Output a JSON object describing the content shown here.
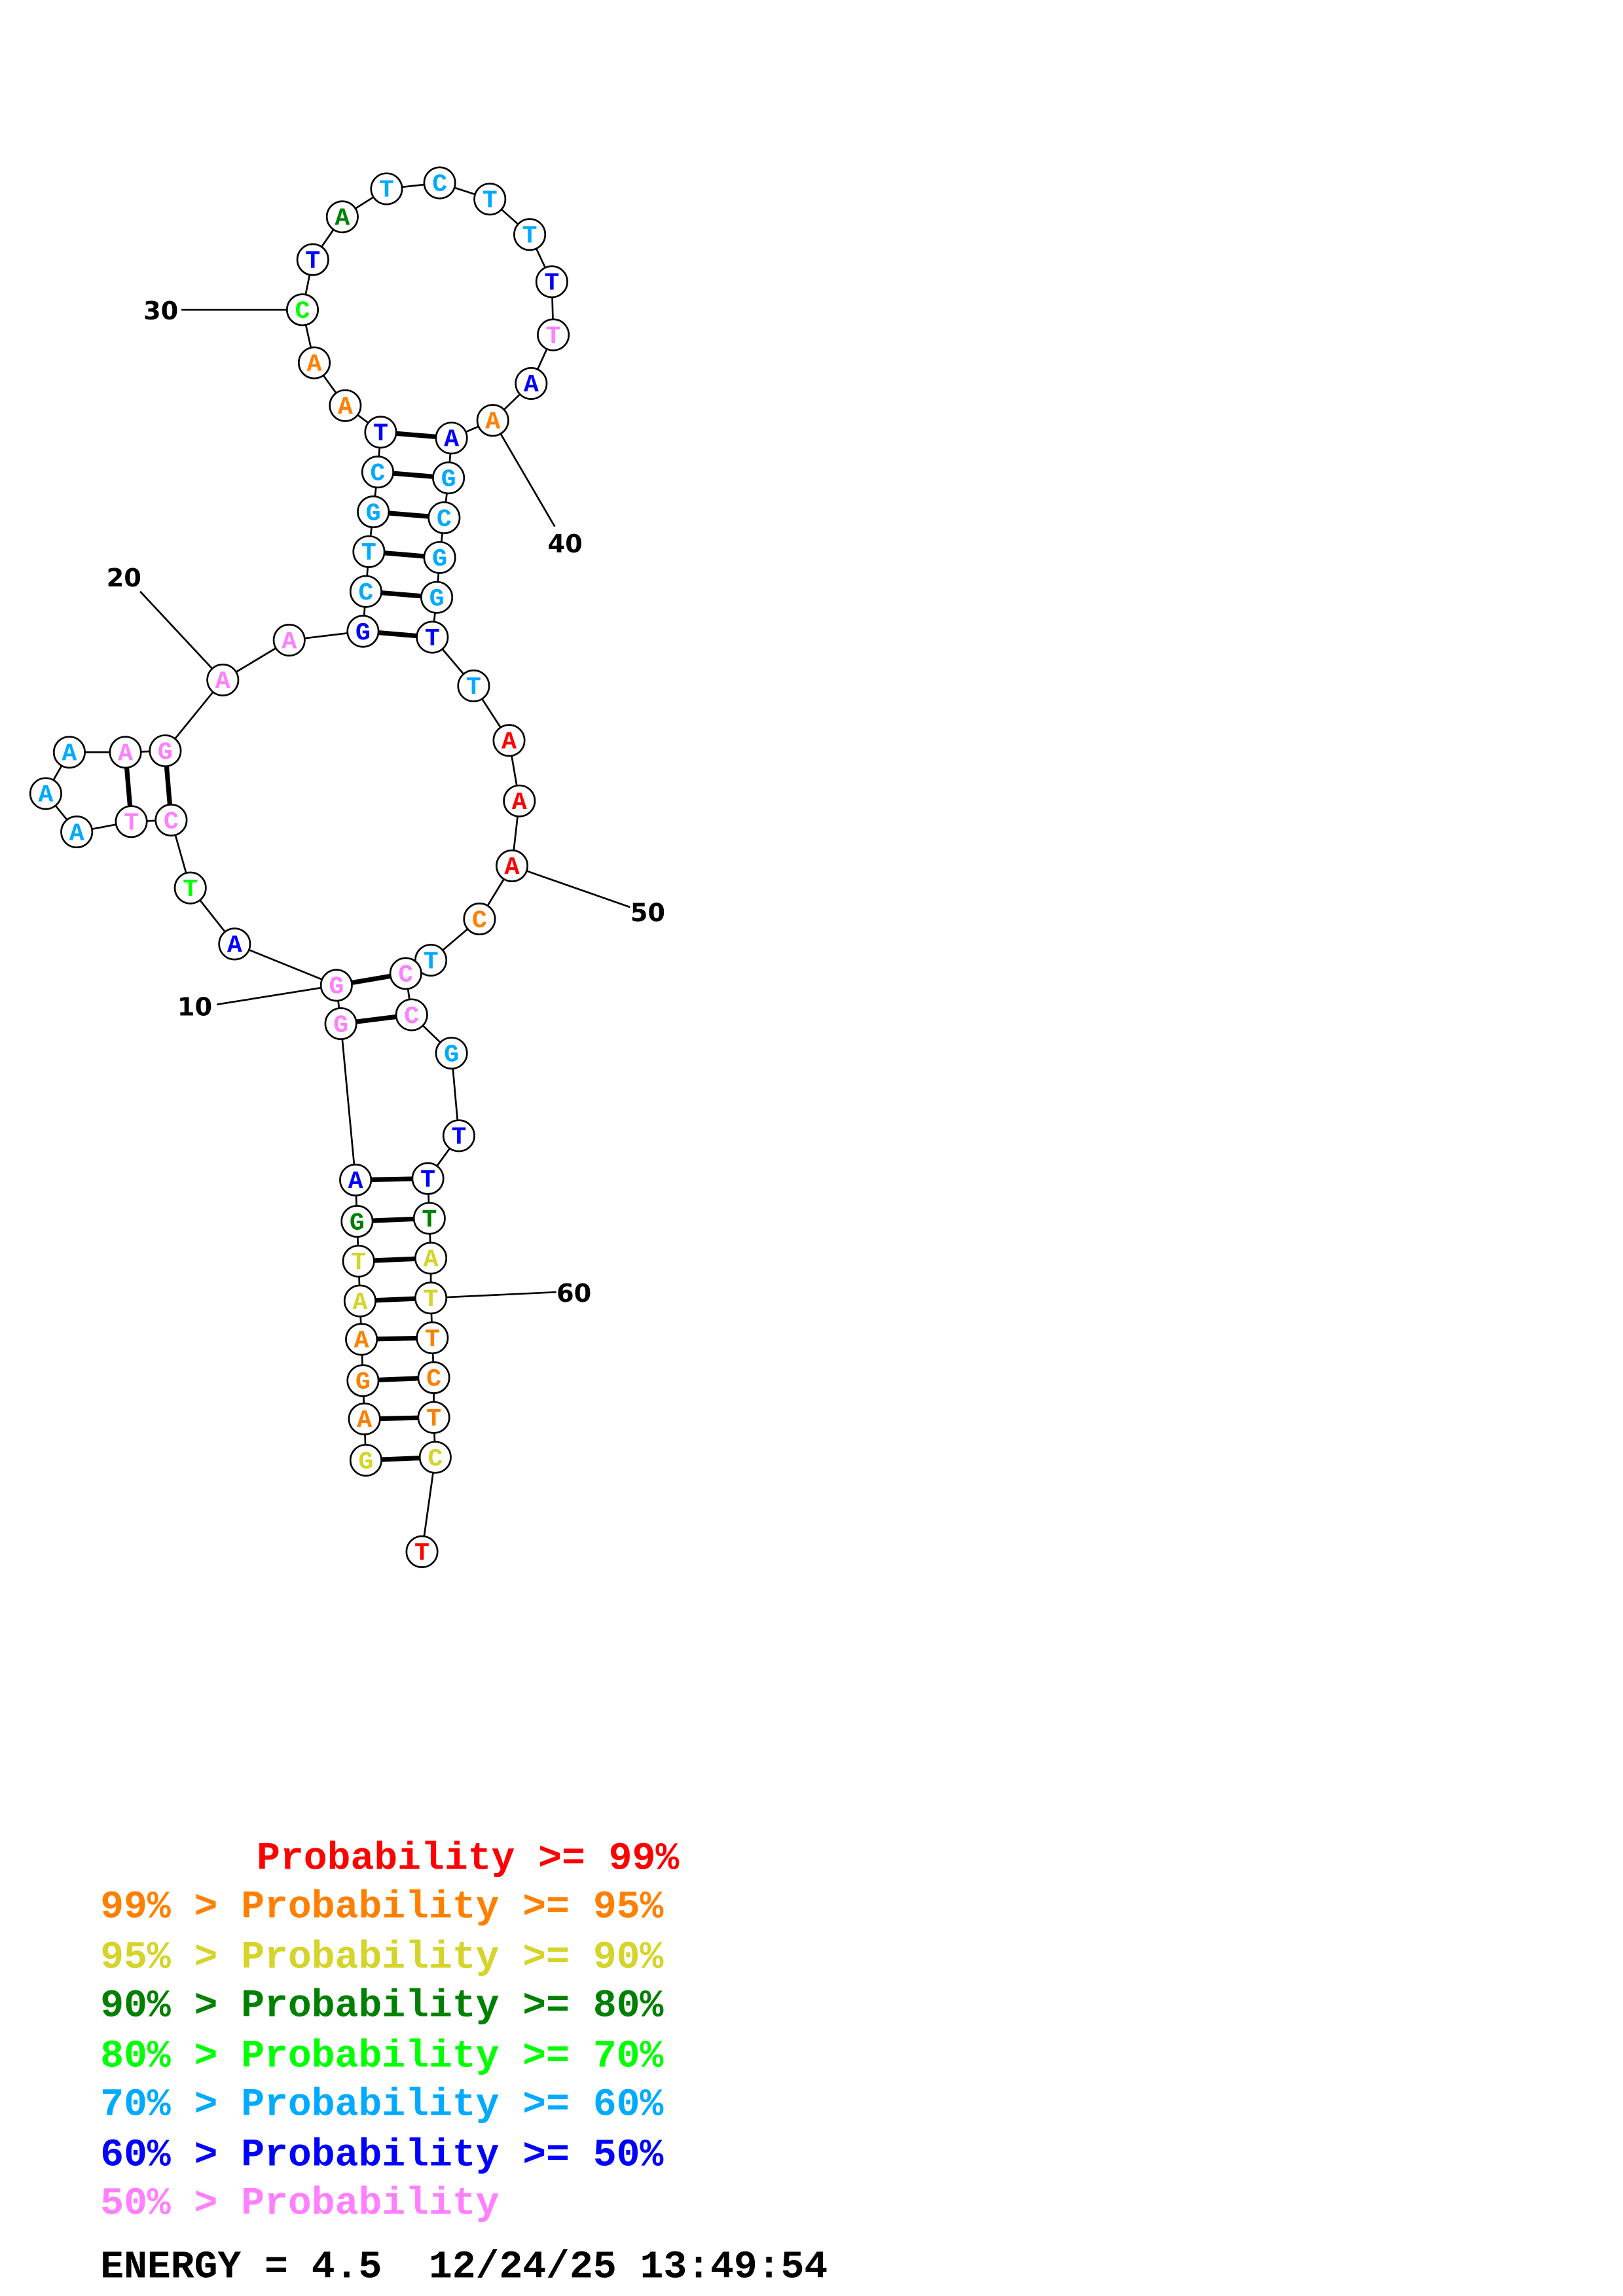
{
  "structure": {
    "sequence": "GAGAATGAGGATCTAAAAGAAGCTGCTAACTATCTTTTAAAGCGGTTAAACTCCGTTTATTCTCT",
    "probability_class": [
      2,
      1,
      1,
      1,
      2,
      2,
      3,
      6,
      7,
      7,
      6,
      4,
      7,
      7,
      5,
      5,
      5,
      7,
      7,
      7,
      7,
      6,
      5,
      5,
      5,
      5,
      6,
      1,
      1,
      4,
      6,
      3,
      5,
      5,
      5,
      5,
      6,
      7,
      6,
      1,
      6,
      5,
      5,
      5,
      5,
      6,
      5,
      0,
      0,
      0,
      1,
      5,
      7,
      7,
      5,
      6,
      6,
      3,
      2,
      2,
      1,
      1,
      1,
      2,
      0
    ],
    "pairs": [
      [
        1,
        64
      ],
      [
        2,
        63
      ],
      [
        3,
        62
      ],
      [
        4,
        61
      ],
      [
        5,
        60
      ],
      [
        6,
        59
      ],
      [
        7,
        58
      ],
      [
        8,
        57
      ],
      [
        9,
        54
      ],
      [
        10,
        53
      ],
      [
        13,
        19
      ],
      [
        14,
        18
      ],
      [
        22,
        46
      ],
      [
        23,
        45
      ],
      [
        24,
        44
      ],
      [
        25,
        43
      ],
      [
        26,
        42
      ],
      [
        27,
        41
      ]
    ],
    "position_labels": [
      "10",
      "20",
      "30",
      "40",
      "50",
      "60"
    ]
  },
  "colors": [
    "#ff0000",
    "#ff8000",
    "#d4d42a",
    "#008000",
    "#00ff00",
    "#00aaff",
    "#0000ff",
    "#ff80ff"
  ],
  "legend": [
    "Probability >= 99%",
    "99% > Probability >= 95%",
    "95% > Probability >= 90%",
    "90% > Probability >= 80%",
    "80% > Probability >= 70%",
    "70% > Probability >= 60%",
    "60% > Probability >= 50%",
    "50% > Probability"
  ],
  "footer": "ENERGY = 4.5  12/24/25 13:49:54"
}
